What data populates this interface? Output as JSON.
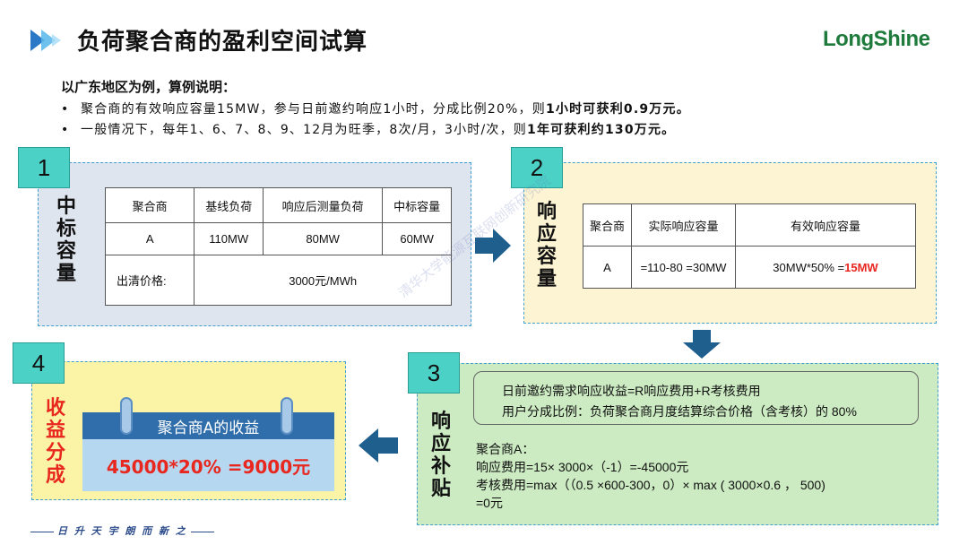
{
  "header": {
    "title": "负荷聚合商的盈利空间试算",
    "logo_text": "LongShine"
  },
  "intro": {
    "heading": "以广东地区为例，算例说明：",
    "bullets": [
      {
        "dot": "•",
        "text": "聚合商的有效响应容量15MW，参与日前邀约响应1小时，分成比例20%，则",
        "bold": "1小时可获利0.9万元。"
      },
      {
        "dot": "•",
        "text": "一般情况下，每年1、6、7、8、9、12月为旺季，8次/月，3小时/次，则",
        "bold": "1年可获利约130万元。"
      }
    ]
  },
  "section1": {
    "num": "1",
    "label": "中标容量",
    "table": {
      "headers": [
        "聚合商",
        "基线负荷",
        "响应后测量负荷",
        "中标容量"
      ],
      "row": [
        "A",
        "110MW",
        "80MW",
        "60MW"
      ],
      "price_label": "出清价格:",
      "price_value": "3000元/MWh"
    }
  },
  "section2": {
    "num": "2",
    "label": "响应容量",
    "table": {
      "headers": [
        "聚合商",
        "实际响应容量",
        "有效响应容量"
      ],
      "row": [
        "A",
        "=110-80 =30MW",
        "30MW*50% ="
      ],
      "highlight": "15MW"
    }
  },
  "section3": {
    "num": "3",
    "label": "响应补贴",
    "formula": [
      "日前邀约需求响应收益=R响应费用+R考核费用",
      "用户分成比例：负荷聚合商月度结算综合价格（含考核）的 80%"
    ],
    "calc": [
      "聚合商A：",
      "响应费用=15× 3000×（-1）=-45000元",
      "考核费用=max（（0.5 ×600-300，0）× max ( 3000×0.6 ， 500)",
      "=0元"
    ]
  },
  "section4": {
    "num": "4",
    "label": "收益分成",
    "card_title": "聚合商A的收益",
    "card_value": "45000*20% =9000元"
  },
  "watermark": "清华大学能源互联网创新研究院",
  "footer": "日 升 天 宇   朗 而 新 之",
  "colors": {
    "accent_teal": "#4cd1c6",
    "highlight_red": "#e8271f",
    "logo_green": "#1e7b3c",
    "arrow_blue": "#1f5f8e"
  }
}
